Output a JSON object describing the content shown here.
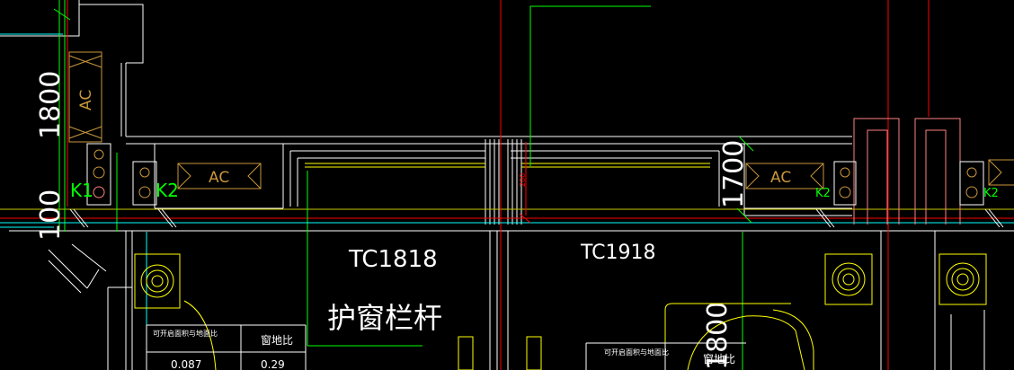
{
  "colors": {
    "background": "#000000",
    "white": "#ffffff",
    "green": "#00ff00",
    "red": "#ff0000",
    "yellow": "#ffff00",
    "cyan": "#00ffff",
    "orange": "#c8963c",
    "pink": "#ff8080"
  },
  "dimensions": {
    "left_upper": "1800",
    "left_lower": "100",
    "right_vertical": "1700",
    "bottom_right": "1800",
    "small_red": "200"
  },
  "ac_labels": [
    "AC",
    "AC",
    "AC"
  ],
  "drain_labels": [
    "K1",
    "K2",
    "K2",
    "K2"
  ],
  "window_tags": [
    "TC1818",
    "TC1918"
  ],
  "railing_label": "护窗栏杆",
  "table_left": {
    "header_1": "可开启面积与地面比",
    "header_2": "窗地比",
    "value_1": "0.087",
    "value_2": "0.29"
  },
  "table_right": {
    "header_1": "可开启面积与地面比",
    "header_2": "窗地比"
  }
}
